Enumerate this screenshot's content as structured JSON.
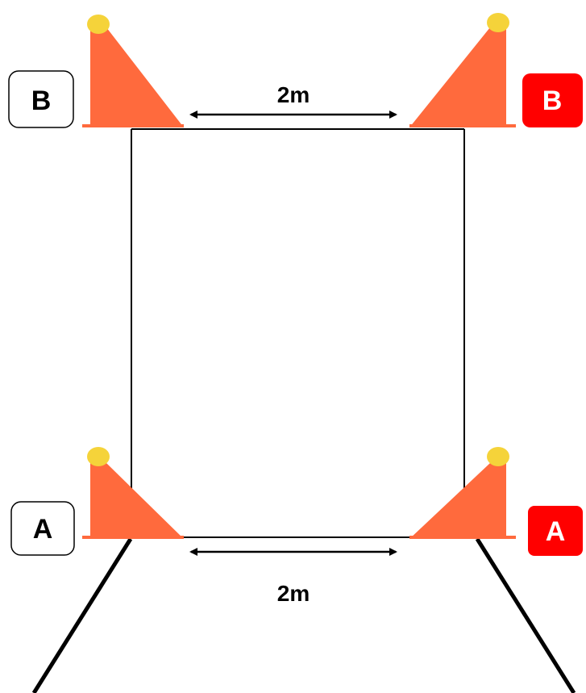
{
  "distance_top": "2m",
  "distance_bottom": "2m",
  "labels": {
    "top_left": "B",
    "top_right": "B",
    "bottom_left": "A",
    "bottom_right": "A"
  },
  "colors": {
    "cone": "#FF6A3D",
    "cone_tip": "#F5D33A",
    "label_red": "#FF0000",
    "line": "#000000",
    "background": "#FFFFFF"
  },
  "icons": {
    "cone": "traffic-cone-icon",
    "arrow": "double-headed-arrow-icon"
  }
}
